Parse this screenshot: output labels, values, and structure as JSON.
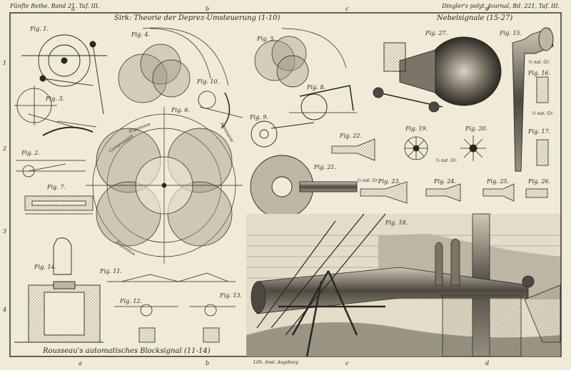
{
  "header": {
    "left": "Fünfte Reihe, Band 21. Taf. III.",
    "right": "Dingler's polyt. Journal, Bd. 221, Taf. III.",
    "title_center": "Sirk: Theorie der Deprez-Umsteuerung (1-10)",
    "title_right": "Nebelsignale (15-27)",
    "title_bottom": "Rousseau's automatisches Blocksignal (11-14)",
    "lithographer": "Lith. Anst. Augsburg"
  },
  "margin_letters": {
    "top": [
      "a",
      "b",
      "c",
      "d"
    ],
    "bottom": [
      "a",
      "b",
      "c",
      "d"
    ],
    "side": [
      "1",
      "2",
      "3",
      "4"
    ]
  },
  "figures": {
    "f1": "Fig. 1.",
    "f2": "Fig. 2.",
    "f3": "Fig. 3.",
    "f4": "Fig. 4.",
    "f5": "Fig. 5.",
    "f6": "Fig. 6.",
    "f7": "Fig. 7.",
    "f8": "Fig. 8.",
    "f9": "Fig. 9.",
    "f10": "Fig. 10.",
    "f11": "Fig. 11.",
    "f12": "Fig. 12.",
    "f13": "Fig. 13.",
    "f14": "Fig. 14.",
    "f15": "Fig. 15.",
    "f16": "Fig. 16.",
    "f17": "Fig. 17.",
    "f18": "Fig. 18.",
    "f19": "Fig. 19.",
    "f20": "Fig. 20.",
    "f21": "Fig. 21.",
    "f22": "Fig. 22.",
    "f23": "Fig. 23.",
    "f24": "Fig. 24.",
    "f25": "Fig. 25.",
    "f26": "Fig. 26.",
    "f27": "Fig. 27."
  },
  "scale_notes": {
    "n1": "⅓ nat. Gr.",
    "n2": "⅓ nat. Gr.",
    "n3": "⅓ nat. Gr.",
    "n4": "⅓ nat. Gr."
  },
  "diagram_words": {
    "exp1": "Expansion",
    "comp1": "Compression",
    "adm": "Admission",
    "exp2": "Expansion"
  },
  "colors": {
    "paper": "#f0ead8",
    "ink": "#2a2620",
    "shade": "#8a8478"
  }
}
